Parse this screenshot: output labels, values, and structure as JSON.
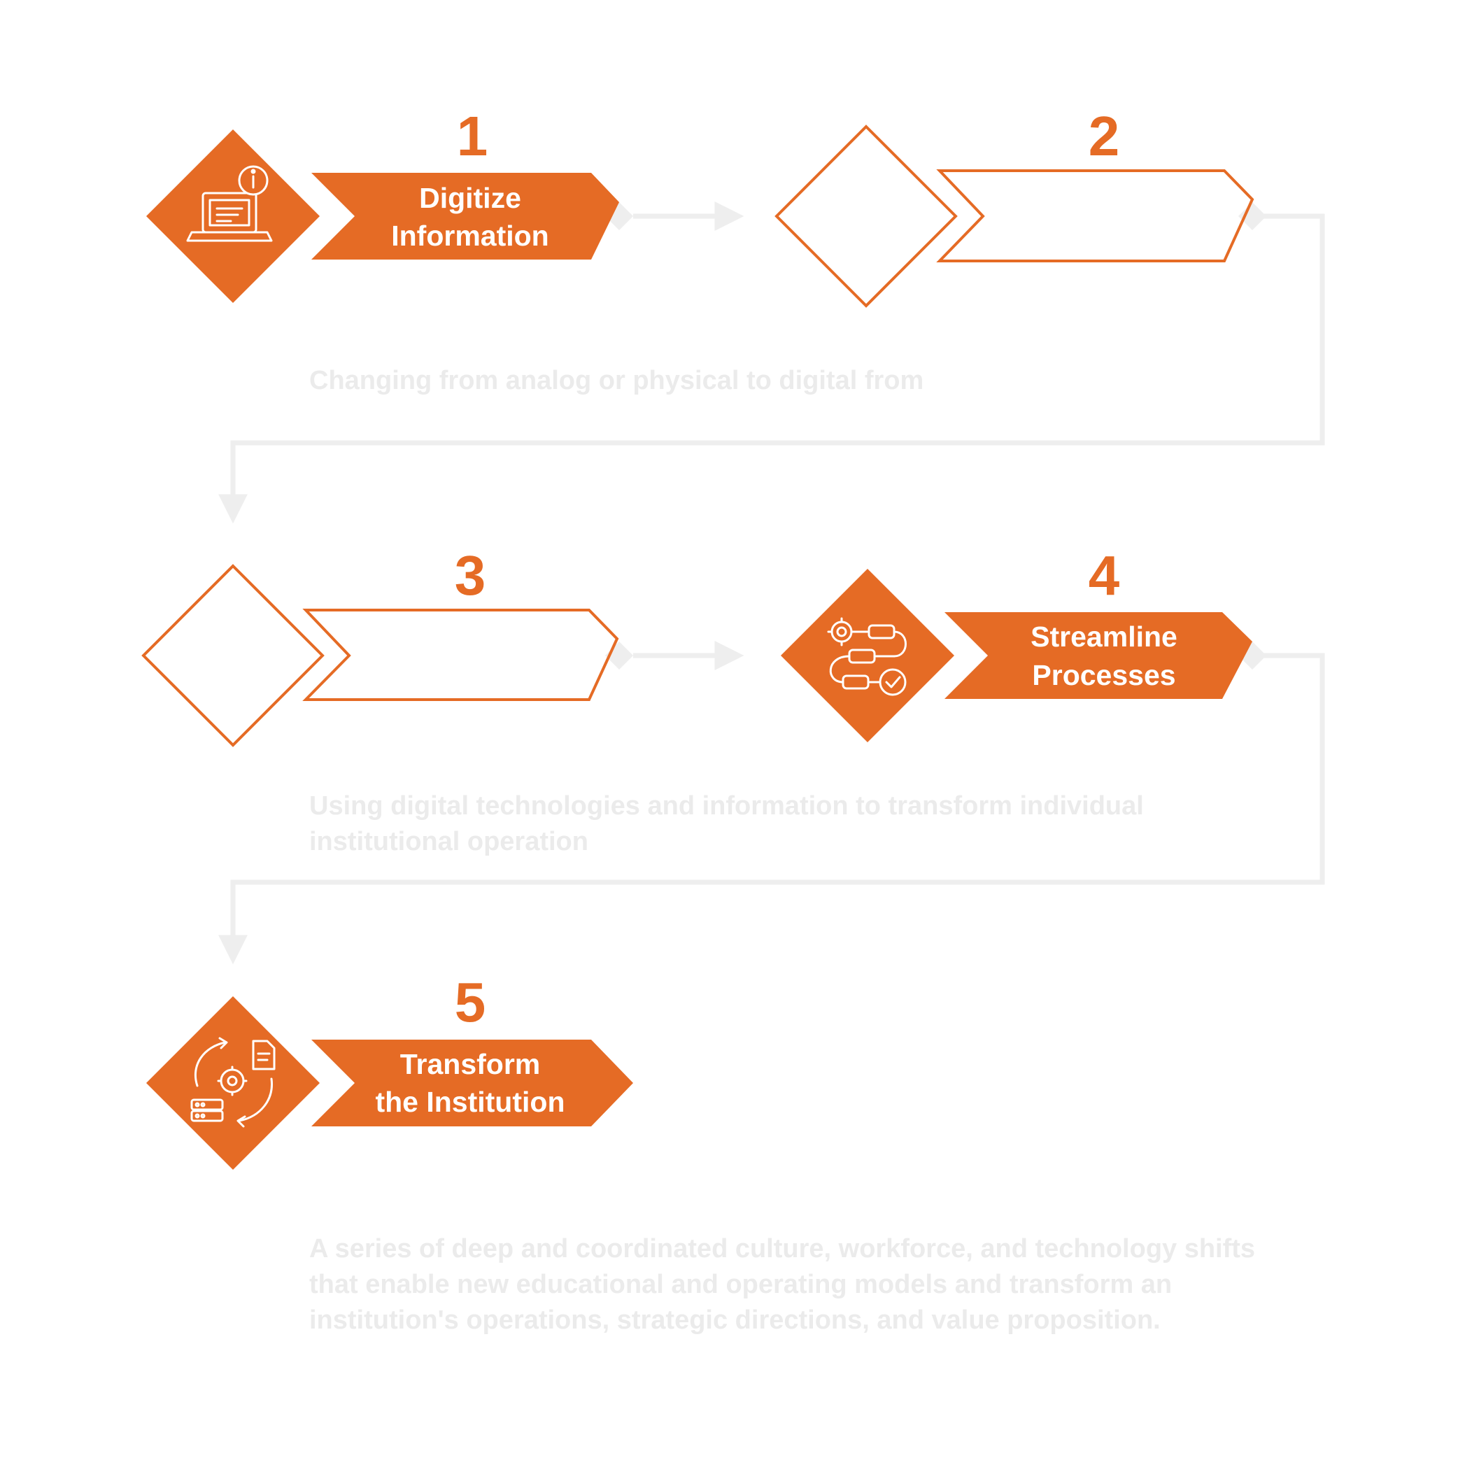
{
  "colors": {
    "accent": "#e56b25",
    "connector": "#eeeeee",
    "description_text": "#ebebeb",
    "background": "#ffffff"
  },
  "steps": [
    {
      "number": "1",
      "title_lines": [
        "Digitize",
        "Information"
      ],
      "icon": "laptop-info-icon",
      "filled": true
    },
    {
      "number": "2",
      "title_lines": [],
      "icon": "",
      "filled": false
    },
    {
      "number": "3",
      "title_lines": [],
      "icon": "",
      "filled": false
    },
    {
      "number": "4",
      "title_lines": [
        "Streamline",
        "Processes"
      ],
      "icon": "workflow-gear-icon",
      "filled": true
    },
    {
      "number": "5",
      "title_lines": [
        "Transform",
        "the Institution"
      ],
      "icon": "transformation-cycle-icon",
      "filled": true
    }
  ],
  "descriptions": {
    "row1": [
      "Changing from analog or physical to digital from"
    ],
    "row2": [
      "Using digital technologies and information to transform individual",
      "institutional operation"
    ],
    "row3": [
      "A series of deep and coordinated culture, workforce, and technology shifts",
      "that enable new educational and operating models and transform an",
      "institution's operations, strategic directions, and value proposition."
    ]
  }
}
